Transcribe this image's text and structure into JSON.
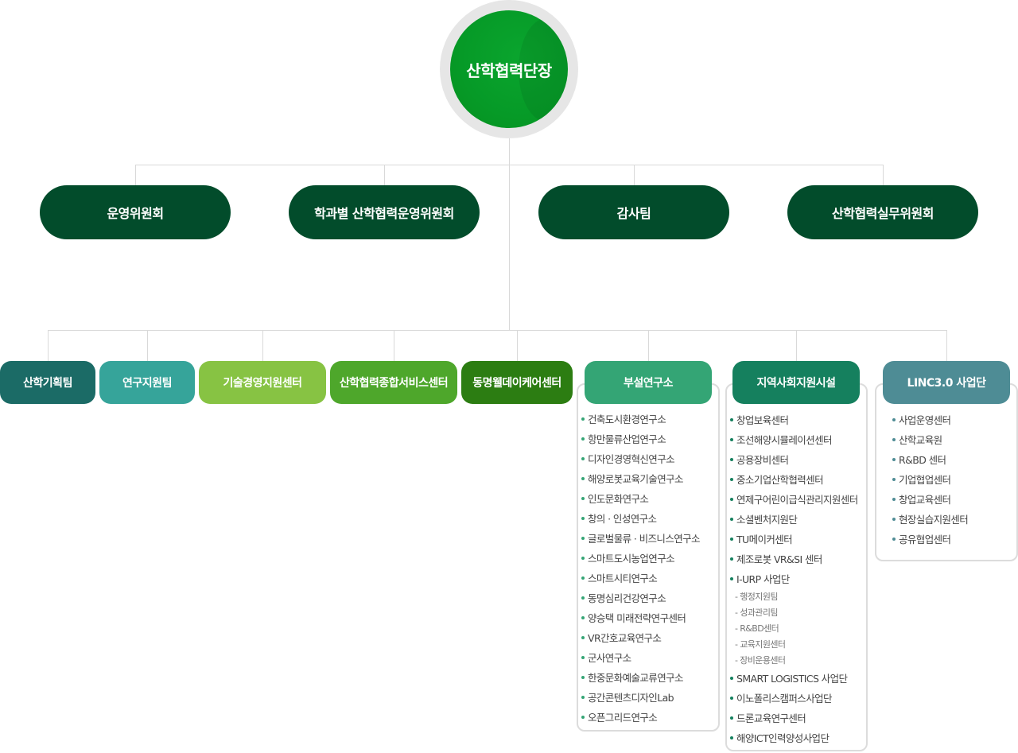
{
  "head": {
    "title": "산학협력단장"
  },
  "committees": [
    "운영위원회",
    "학과별 산학협력운영위원회",
    "감사팀",
    "산학협력실무위원회"
  ],
  "units": [
    {
      "label": "산학기획팀",
      "color": "#1b6b66"
    },
    {
      "label": "연구지원팀",
      "color": "#36a49a"
    },
    {
      "label": "기술경영지원센터",
      "color": "#87c343"
    },
    {
      "label": "산학협력종합서비스센터",
      "color": "#4ea72b"
    },
    {
      "label": "동명웰데이케어센터",
      "color": "#2c7d12"
    },
    {
      "label": "부설연구소",
      "color": "#34a575"
    },
    {
      "label": "지역사회지원시설",
      "color": "#15805e"
    },
    {
      "label": "LINC3.0 사업단",
      "color": "#4e8c95"
    }
  ],
  "institutes": {
    "bullet_color": "#34a575",
    "items": [
      "건축도시환경연구소",
      "항만물류산업연구소",
      "디자인경영혁신연구소",
      "해양로봇교육기술연구소",
      "인도문화연구소",
      "창의 · 인성연구소",
      "글로벌물류 · 비즈니스연구소",
      "스마트도시농업연구소",
      "스마트시티연구소",
      "동명심리건강연구소",
      "양승택 미래전략연구센터",
      "VR간호교육연구소",
      "군사연구소",
      "한중문화예술교류연구소",
      "공간콘텐츠디자인Lab",
      "오픈그리드연구소"
    ]
  },
  "community": {
    "bullet_color": "#15805e",
    "items_before": [
      "창업보육센터",
      "조선해양시뮬레이션센터",
      "공용장비센터",
      "중소기업산학협력센터",
      "연제구어린이급식관리지원센터",
      "소셜벤처지원단",
      "TU메이커센터",
      "제조로봇 VR&SI 센터",
      "I-URP 사업단"
    ],
    "subitems": [
      "- 행정지원팀",
      "- 성과관리팀",
      "- R&BD센터",
      "- 교육지원센터",
      "- 장비운용센터"
    ],
    "items_after": [
      "SMART LOGISTICS 사업단",
      "이노폴리스캠퍼스사업단",
      "드론교육연구센터",
      "해양ICT인력양성사업단"
    ]
  },
  "linc": {
    "bullet_color": "#4e8c95",
    "items": [
      "사업운영센터",
      "산학교육원",
      "R&BD 센터",
      "기업협업센터",
      "창업교육센터",
      "현장실습지원센터",
      "공유협업센터"
    ]
  }
}
